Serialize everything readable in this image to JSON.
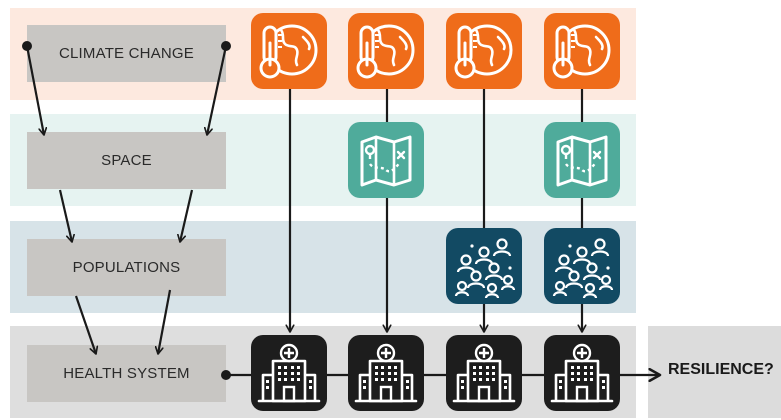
{
  "layers": [
    {
      "label": "CLIMATE CHANGE"
    },
    {
      "label": "SPACE"
    },
    {
      "label": "POPULATIONS"
    },
    {
      "label": "HEALTH SYSTEM"
    }
  ],
  "outcome": {
    "label": "RESILIENCE?"
  },
  "icons": {
    "climate": "thermometer-globe-icon",
    "space": "map-route-icon",
    "populations": "crowd-icon",
    "health": "hospital-building-icon"
  },
  "colors": {
    "climate_band": "#fde9df",
    "space_band": "#e6f3f1",
    "populations_band": "#d7e3e8",
    "health_band": "#dedede",
    "climate_icon": "#ef6c1a",
    "space_icon": "#4fab9b",
    "populations_icon": "#124a63",
    "health_icon": "#1d1d1d"
  }
}
